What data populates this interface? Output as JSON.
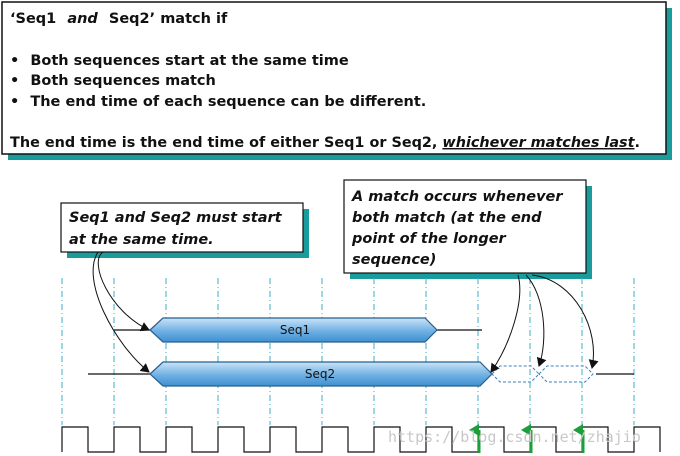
{
  "header_box": {
    "title_parts": [
      "‘Seq1",
      "and",
      "Seq2’ match if"
    ],
    "bullets": [
      "Both sequences start at the same time",
      "Both sequences match",
      "The end time of each sequence can be different."
    ],
    "bullet_symbol": "•",
    "conclusion_prefix": "The end time is the end time of either Seq1 or Seq2, ",
    "conclusion_emphasis": "whichever matches last",
    "conclusion_suffix": "."
  },
  "callout_start": {
    "lines": [
      "Seq1 and Seq2 must start",
      "at the same time."
    ]
  },
  "callout_match": {
    "lines": [
      "A match occurs whenever",
      "both match (at the end",
      "point of the longer",
      "sequence)"
    ]
  },
  "sequences": [
    {
      "label": "Seq1"
    },
    {
      "label": "Seq2"
    }
  ],
  "watermark": "https://blog.csdn.net/zhajio",
  "colors": {
    "shadow": "#1a9c9c",
    "seq_fill_top": "#c9e4f7",
    "seq_fill_bottom": "#3e8fd0",
    "seq_stroke": "#2a5f8c",
    "grid_line": "#3ab0c8",
    "match_arrow": "#1e9e3a",
    "dashed_seq": "#3b7fb8"
  }
}
